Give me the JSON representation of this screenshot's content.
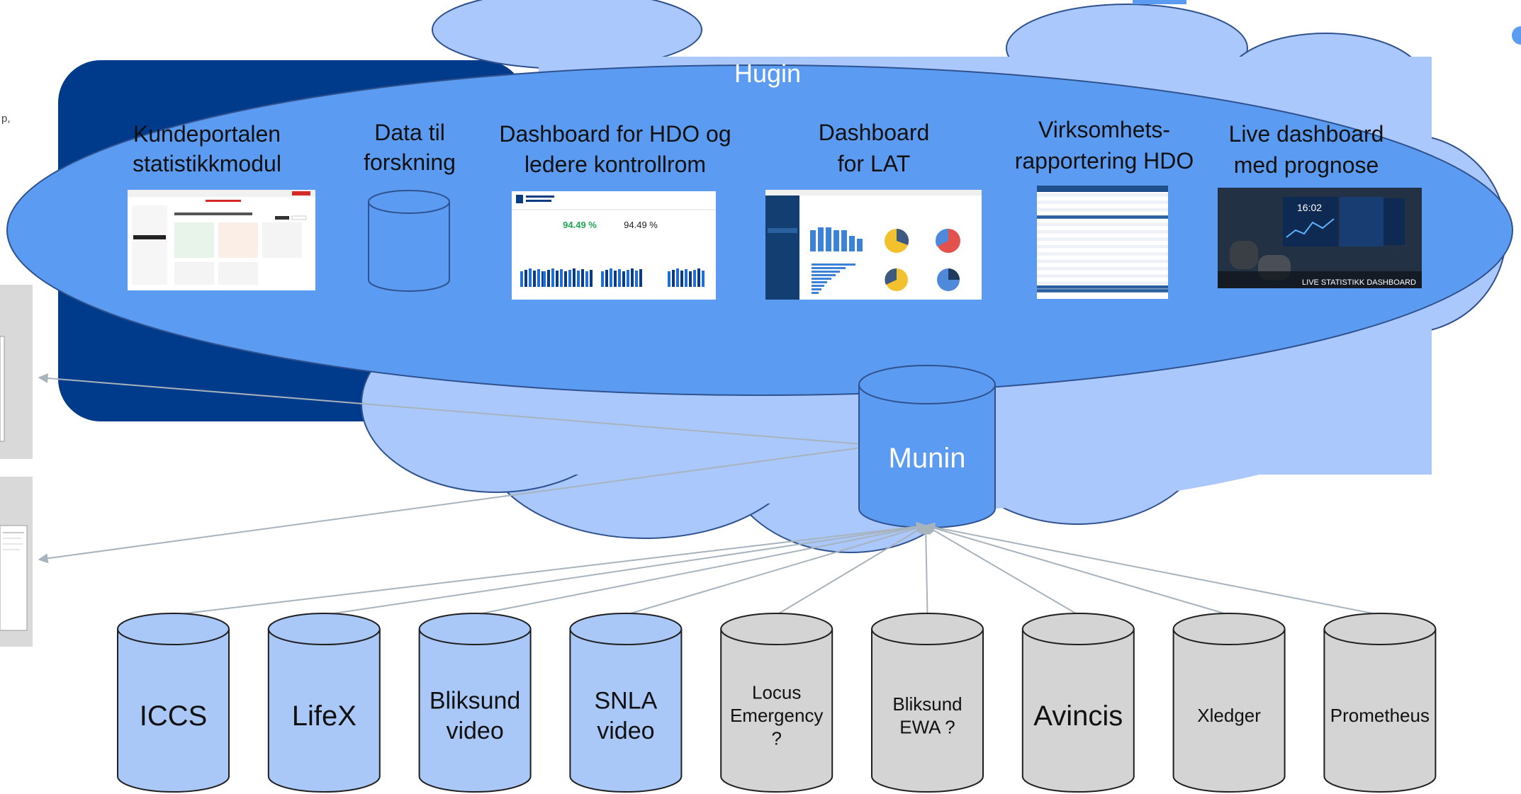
{
  "hugin": {
    "title": "Hugin",
    "items": [
      {
        "line1": "Kundeportalen",
        "line2": "statistikkmodul"
      },
      {
        "line1": "Data til",
        "line2": "forskning"
      },
      {
        "line1": "Dashboard for HDO og",
        "line2": "ledere kontrollrom"
      },
      {
        "line1": "Dashboard",
        "line2": "for LAT"
      },
      {
        "line1": "Virksomhets-",
        "line2": "rapportering HDO"
      },
      {
        "line1": "Live dashboard",
        "line2": "med prognose"
      }
    ],
    "thumb_hdo": {
      "kpi_a": "94.49 %",
      "kpi_b": "94.49 %"
    },
    "thumb_live": {
      "caption": "LIVE STATISTIKK DASHBOARD"
    }
  },
  "munin": {
    "label": "Munin"
  },
  "sources": [
    {
      "lines": [
        "ICCS"
      ],
      "color": "blue",
      "size": "large"
    },
    {
      "lines": [
        "LifeX"
      ],
      "color": "blue",
      "size": "large"
    },
    {
      "lines": [
        "Bliksund",
        "video"
      ],
      "color": "blue",
      "size": "medium"
    },
    {
      "lines": [
        "SNLA",
        "video"
      ],
      "color": "blue",
      "size": "medium"
    },
    {
      "lines": [
        "Locus",
        "Emergency",
        "?"
      ],
      "color": "gray",
      "size": "small"
    },
    {
      "lines": [
        "Bliksund",
        "EWA ?"
      ],
      "color": "gray",
      "size": "small"
    },
    {
      "lines": [
        "Avincis"
      ],
      "color": "gray",
      "size": "large"
    },
    {
      "lines": [
        "Xledger"
      ],
      "color": "gray",
      "size": "small"
    },
    {
      "lines": [
        "Prometheus"
      ],
      "color": "gray",
      "size": "small"
    }
  ],
  "colors": {
    "cloud_fill": "#aac8fc",
    "cloud_stroke": "#2f528f",
    "ellipse_fill": "#5b9cf2",
    "navy": "#003a8a",
    "cyl_blue": "#a9c7f7",
    "cyl_gray": "#d4d4d4",
    "munin_fill": "#5b9cf2",
    "arrow": "#a8b4bd"
  }
}
